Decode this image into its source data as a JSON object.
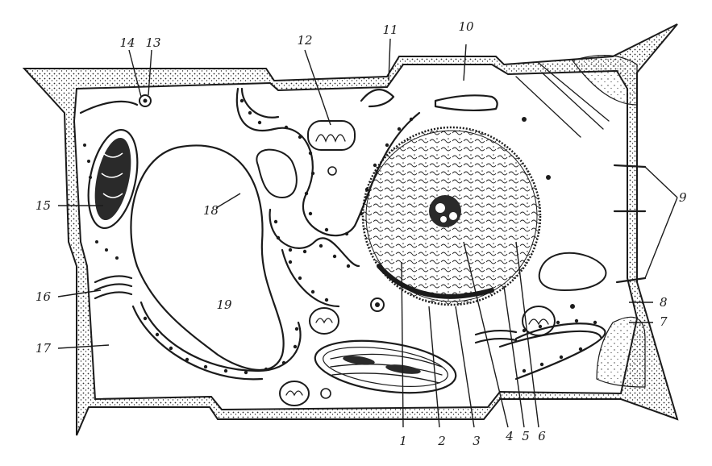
{
  "diagram": {
    "subject": "plant cell ultrastructure (schematic line drawing)",
    "labels": [
      {
        "id": "l1",
        "text": "1"
      },
      {
        "id": "l2",
        "text": "2"
      },
      {
        "id": "l3",
        "text": "3"
      },
      {
        "id": "l4",
        "text": "4"
      },
      {
        "id": "l5",
        "text": "5"
      },
      {
        "id": "l6",
        "text": "6"
      },
      {
        "id": "l7",
        "text": "7"
      },
      {
        "id": "l8",
        "text": "8"
      },
      {
        "id": "l9",
        "text": "9"
      },
      {
        "id": "l10",
        "text": "10"
      },
      {
        "id": "l11",
        "text": "11"
      },
      {
        "id": "l12",
        "text": "12"
      },
      {
        "id": "l13",
        "text": "13"
      },
      {
        "id": "l14",
        "text": "14"
      },
      {
        "id": "l15",
        "text": "15"
      },
      {
        "id": "l16",
        "text": "16"
      },
      {
        "id": "l17",
        "text": "17"
      },
      {
        "id": "l18",
        "text": "18"
      },
      {
        "id": "l19",
        "text": "19"
      }
    ],
    "colors": {
      "ink": "#1b1b1b",
      "stipple": "#2a2a2a",
      "background": "#ffffff"
    }
  }
}
